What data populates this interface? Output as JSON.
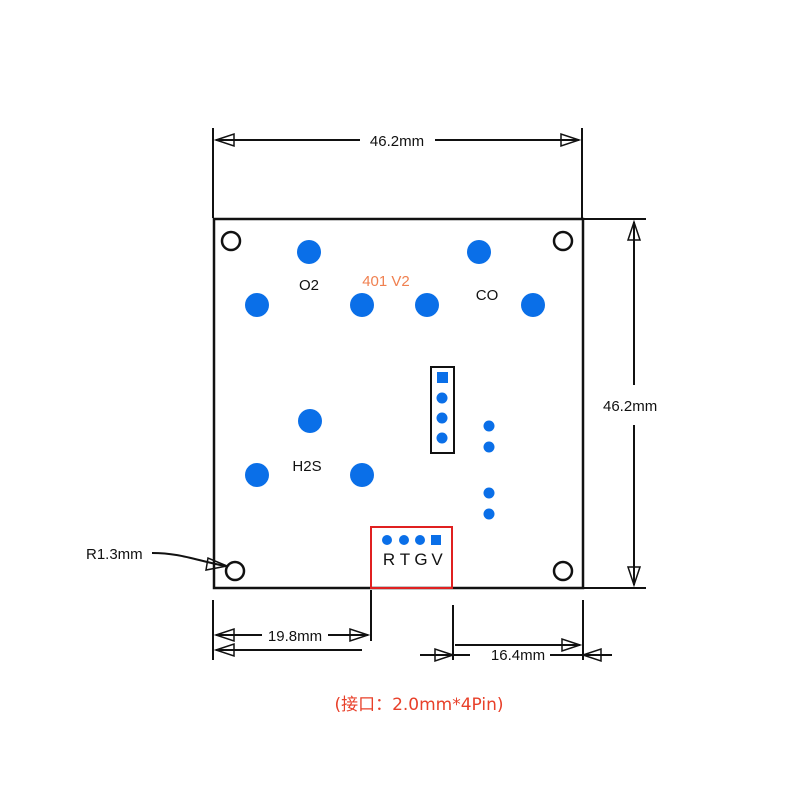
{
  "dimensions": {
    "width": "46.2mm",
    "height": "46.2mm",
    "radius": "R1.3mm",
    "left_offset": "19.8mm",
    "right_offset": "16.4mm"
  },
  "board": {
    "model": "401 V2",
    "sensor_labels": {
      "o2": "O2",
      "co": "CO",
      "h2s": "H2S"
    },
    "connector_pins": [
      "R",
      "T",
      "G",
      "V"
    ]
  },
  "note": "(接口：2.0mm*4Pin)",
  "colors": {
    "pad": "#0a6fe8",
    "outline": "#111111",
    "connector_box": "#e02020",
    "note_text": "#e8402a",
    "model_text": "#f08050"
  }
}
